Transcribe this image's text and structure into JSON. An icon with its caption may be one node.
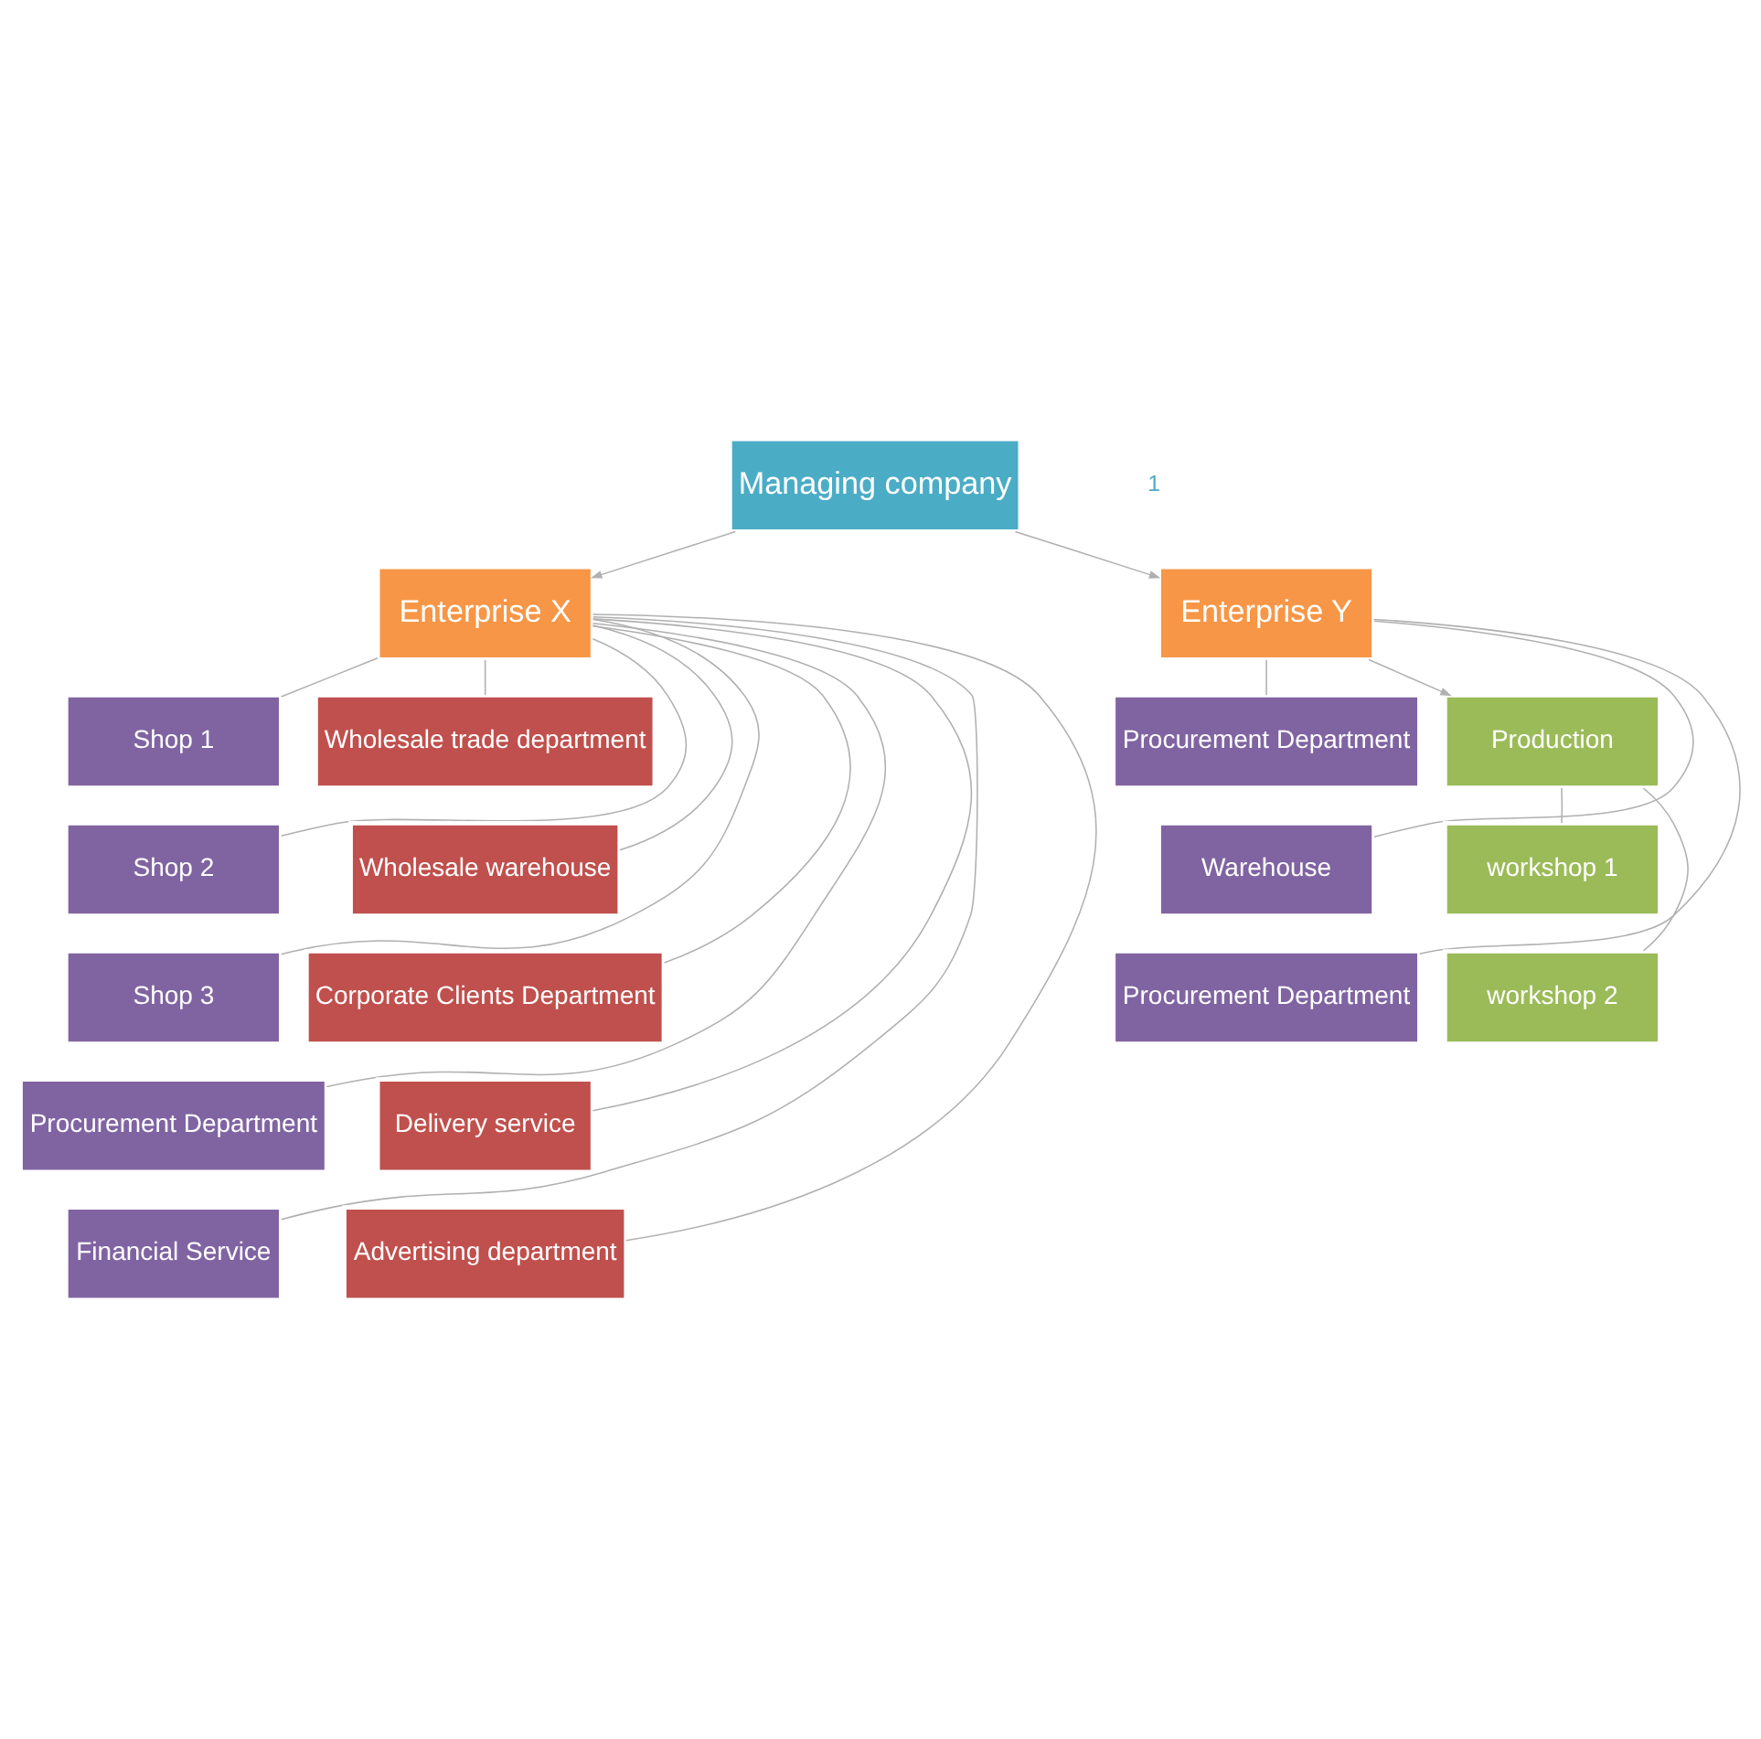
{
  "diagram": {
    "nodes": [
      {
        "text": [
          "Managing company"
        ]
      },
      {
        "text": [
          "Enterprise X"
        ]
      },
      {
        "text": [
          "Enterprise Y"
        ]
      },
      {
        "text": [
          "Shop 1"
        ]
      },
      {
        "text": [
          "Wholesale trade department"
        ]
      },
      {
        "text": [
          "Procurement Department"
        ]
      },
      {
        "text": [
          "Production"
        ]
      },
      {
        "text": [
          "Shop 2"
        ]
      },
      {
        "text": [
          "Wholesale warehouse"
        ]
      },
      {
        "text": [
          "Warehouse"
        ]
      },
      {
        "text": [
          "workshop 1"
        ]
      },
      {
        "text": [
          "Shop 3"
        ]
      },
      {
        "text": [
          "Corporate Clients Department"
        ]
      },
      {
        "text": [
          "Procurement Department"
        ]
      },
      {
        "text": [
          "workshop 2"
        ]
      },
      {
        "text": [
          "Procurement Department"
        ]
      },
      {
        "text": [
          "Delivery service"
        ]
      },
      {
        "text": [
          "Financial Service"
        ]
      },
      {
        "text": [
          "Advertising department"
        ]
      }
    ],
    "edges": [
      {
        "from": 0,
        "to": 1,
        "arrow": "to"
      },
      {
        "from": 0,
        "to": 2,
        "arrow": "to"
      },
      {
        "from": 1,
        "to": 3,
        "arrow": "none"
      },
      {
        "from": 1,
        "to": 7,
        "arrow": "none"
      },
      {
        "from": 1,
        "to": 11,
        "arrow": "none"
      },
      {
        "from": 1,
        "to": 15,
        "arrow": "none"
      },
      {
        "from": 1,
        "to": 17,
        "arrow": "none"
      },
      {
        "from": 1,
        "to": 4,
        "arrow": "none"
      },
      {
        "from": 1,
        "to": 8,
        "arrow": "none"
      },
      {
        "from": 1,
        "to": 12,
        "arrow": "none"
      },
      {
        "from": 1,
        "to": 16,
        "arrow": "none"
      },
      {
        "from": 1,
        "to": 18,
        "arrow": "none"
      },
      {
        "from": 2,
        "to": 5,
        "arrow": "none"
      },
      {
        "from": 2,
        "to": 9,
        "arrow": "none"
      },
      {
        "from": 2,
        "to": 13,
        "arrow": "none"
      },
      {
        "from": 2,
        "to": 6,
        "arrow": "to"
      },
      {
        "from": 6,
        "to": 10,
        "arrow": "none"
      },
      {
        "from": 6,
        "to": 14,
        "arrow": "none"
      }
    ],
    "labels": [
      "1"
    ]
  }
}
